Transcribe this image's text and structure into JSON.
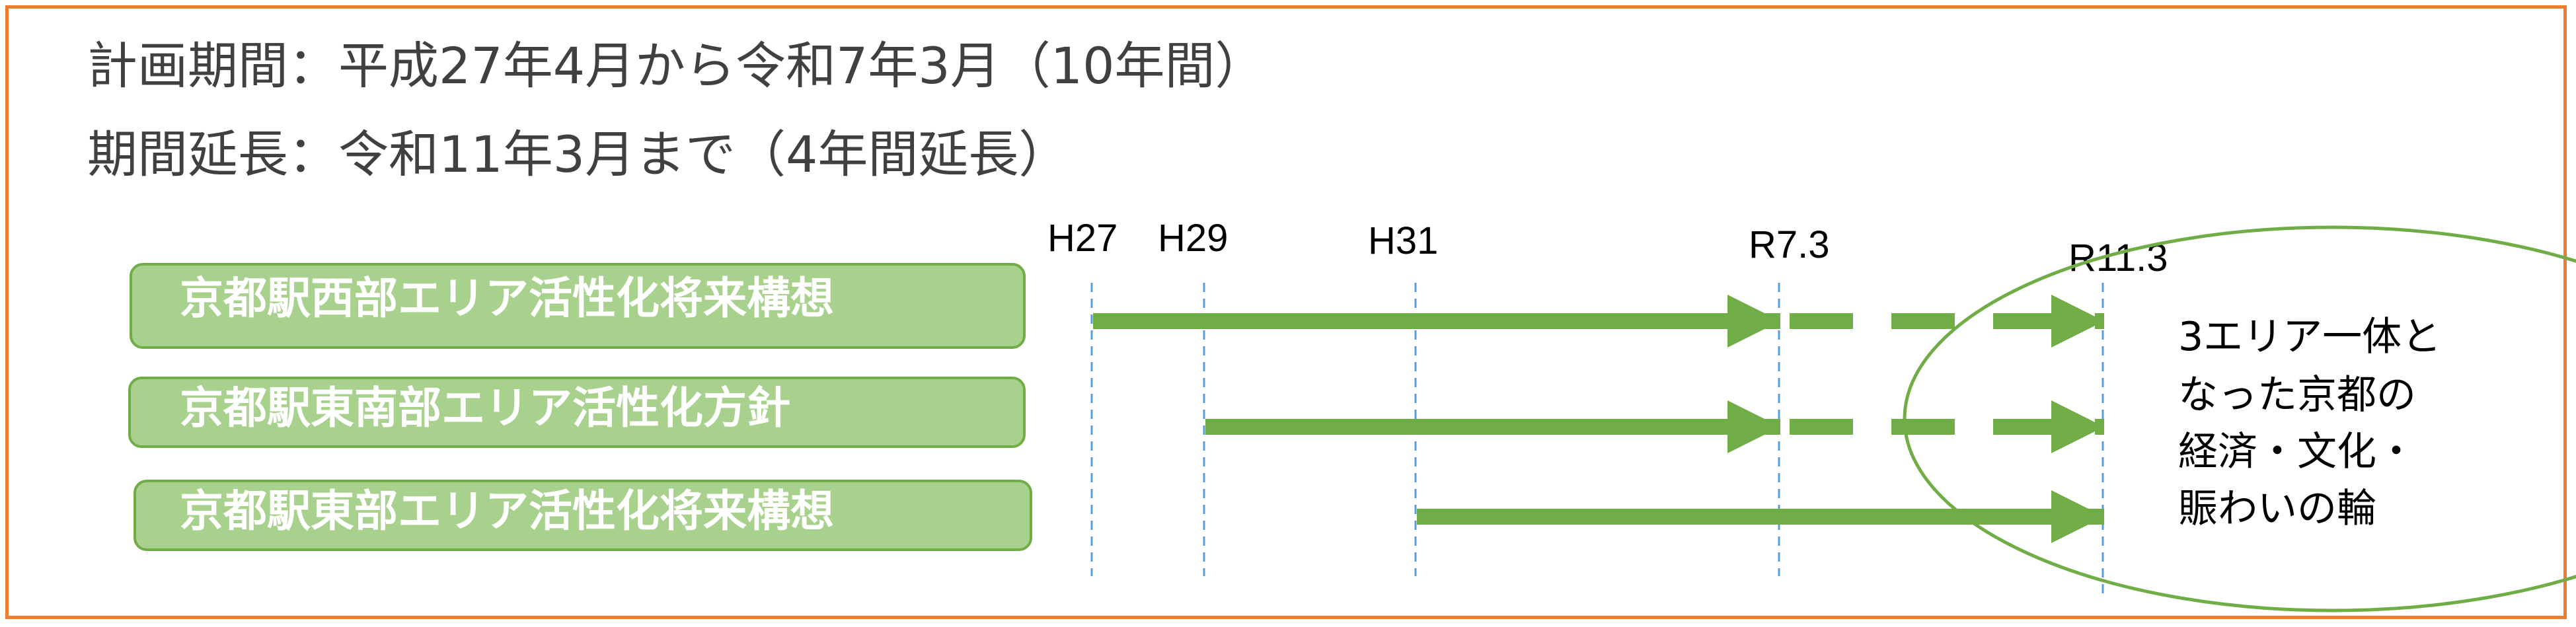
{
  "plan": {
    "period_line": "計画期間：平成27年4月から令和7年3月（10年間）",
    "extension_line": "期間延長：令和11年3月まで（4年間延長）"
  },
  "timeline": {
    "ticks": [
      "H27",
      "H29",
      "H31",
      "R7.3",
      "R11.3"
    ]
  },
  "plans": [
    {
      "label": "京都駅西部エリア活性化将来構想",
      "start": "H27",
      "solid_end": "R7.3",
      "extension_end": "R11.3"
    },
    {
      "label": "京都駅東南部エリア活性化方針",
      "start": "H29",
      "solid_end": "R7.3",
      "extension_end": "R11.3"
    },
    {
      "label": "京都駅東部エリア活性化将来構想",
      "start": "H31",
      "solid_end": "R11.3",
      "extension_end": null
    }
  ],
  "goal": {
    "lines": [
      "3エリア一体と",
      "なった京都の",
      "経済・文化・",
      "賑わいの輪"
    ]
  },
  "colors": {
    "frame": "#ED7D31",
    "box_fill": "#A9D18E",
    "box_border": "#70AD47",
    "arrow": "#70AD47",
    "dashed_guide": "#5B9BD5",
    "circle_border": "#70AD47"
  }
}
